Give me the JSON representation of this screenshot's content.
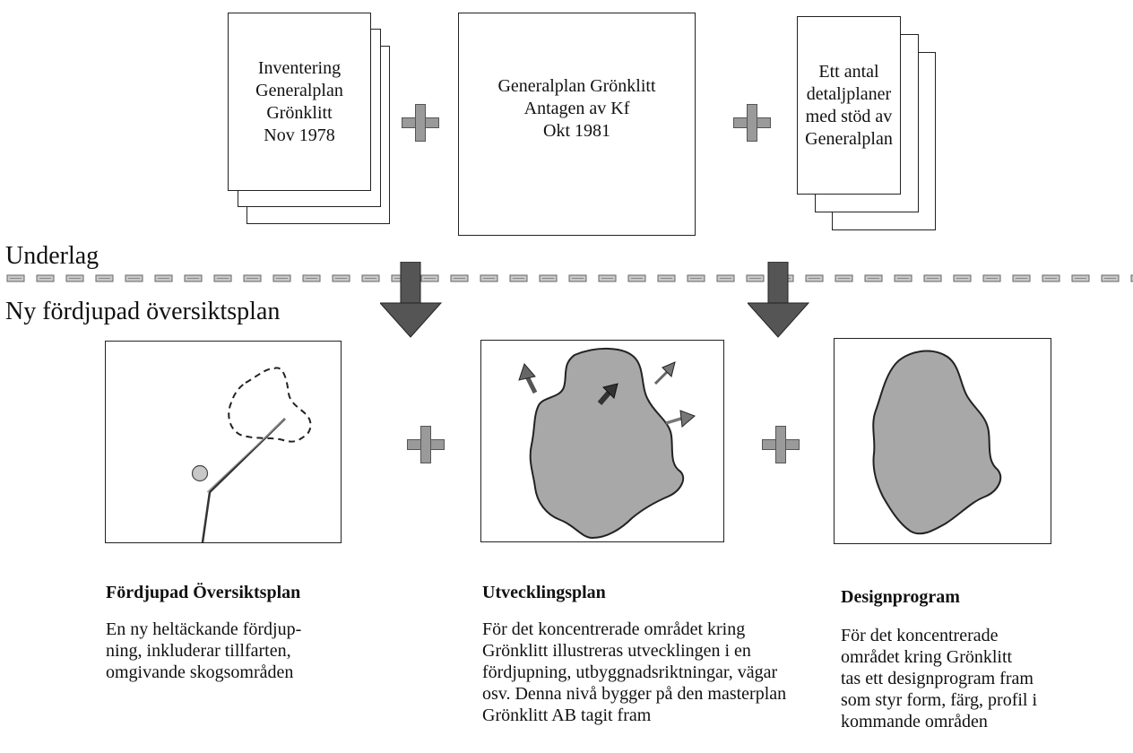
{
  "top_docs": [
    {
      "text": "Inventering\nGeneralplan\nGrönklitt\nNov 1978"
    },
    {
      "text": "Generalplan Grönklitt\nAntagen av Kf\nOkt 1981"
    },
    {
      "text": "Ett antal\ndetaljplaner\nmed stöd av\nGeneralplan"
    }
  ],
  "divider": {
    "above_label": "Underlag",
    "below_label": "Ny fördjupad översiktsplan"
  },
  "columns": [
    {
      "title": "Fördjupad Översiktsplan",
      "text": "En ny heltäckande fördjup-\nning, inkluderar tillfarten,\nomgivande skogsområden"
    },
    {
      "title": "Utvecklingsplan",
      "text": "För det koncentrerade området kring\nGrönklitt illustreras utvecklingen i en\nfördjupning, utbyggnadsriktningar, vägar\nosv. Denna nivå bygger på den masterplan\nGrönklitt AB tagit fram"
    },
    {
      "title": "Designprogram",
      "text": "För det koncentrerade\nområdet kring Grönklitt\ntas ett designprogram fram\nsom styr form, färg, profil i\nkommande områden"
    }
  ]
}
